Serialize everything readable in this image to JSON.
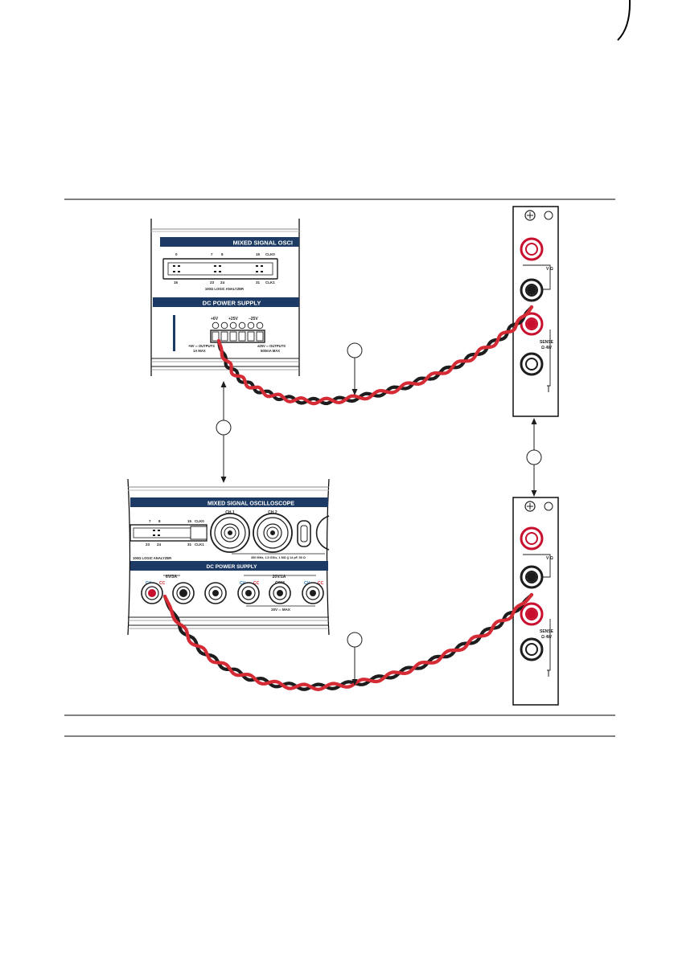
{
  "figure": {
    "top_panel": {
      "banner_title": "MIXED SIGNAL OSCI",
      "logic_pins_top": [
        "0",
        "7",
        "8",
        "15",
        "CLK0"
      ],
      "logic_pins_bottom": [
        "16",
        "23",
        "24",
        "31",
        "CLK1"
      ],
      "logic_caption": "100Ω LOGIC ANALYZER",
      "dc_supply_title": "DC POWER SUPPLY",
      "terminal_labels": [
        "+6V",
        "+25V",
        "–25V"
      ],
      "left_rating_a": "+6V ═ OUTPUTS",
      "left_rating_b": "1A MAX",
      "right_rating_a": "±25V ═ OUTPUTS",
      "right_rating_b": "500mA MAX"
    },
    "bottom_panel": {
      "banner_title": "MIXED SIGNAL OSCILLOSCOPE",
      "channel_1": "CH 1",
      "channel_2": "CH 2",
      "logic_pins_top": [
        "7",
        "8",
        "15",
        "CLK0"
      ],
      "logic_pins_bottom": [
        "23",
        "24",
        "31",
        "CLK1"
      ],
      "logic_caption": "100Ω LOGIC ANALYZER",
      "scope_caption": "350 MHz, 1.5 GS/s, 1 MΩ || 14 pF, 50 Ω",
      "dc_supply_title": "DC POWER SUPPLY",
      "group_left": "6V/3A",
      "group_right": "20V/1A",
      "cv": "CV",
      "cc": "CC",
      "com": "COM",
      "bottom_rating": "20V ═ MAX"
    },
    "dmm_labels": {
      "v_ohm": "V Ω",
      "sense": "SENSE",
      "four_wire": "Ω 4W"
    }
  },
  "colors": {
    "navy": "#1c3a63",
    "red_lead": "#d42b35",
    "black_lead": "#1d1d1d",
    "jack_red": "#c8102e",
    "cv_blue": "#1f78c8",
    "cc_red": "#d42b35"
  }
}
